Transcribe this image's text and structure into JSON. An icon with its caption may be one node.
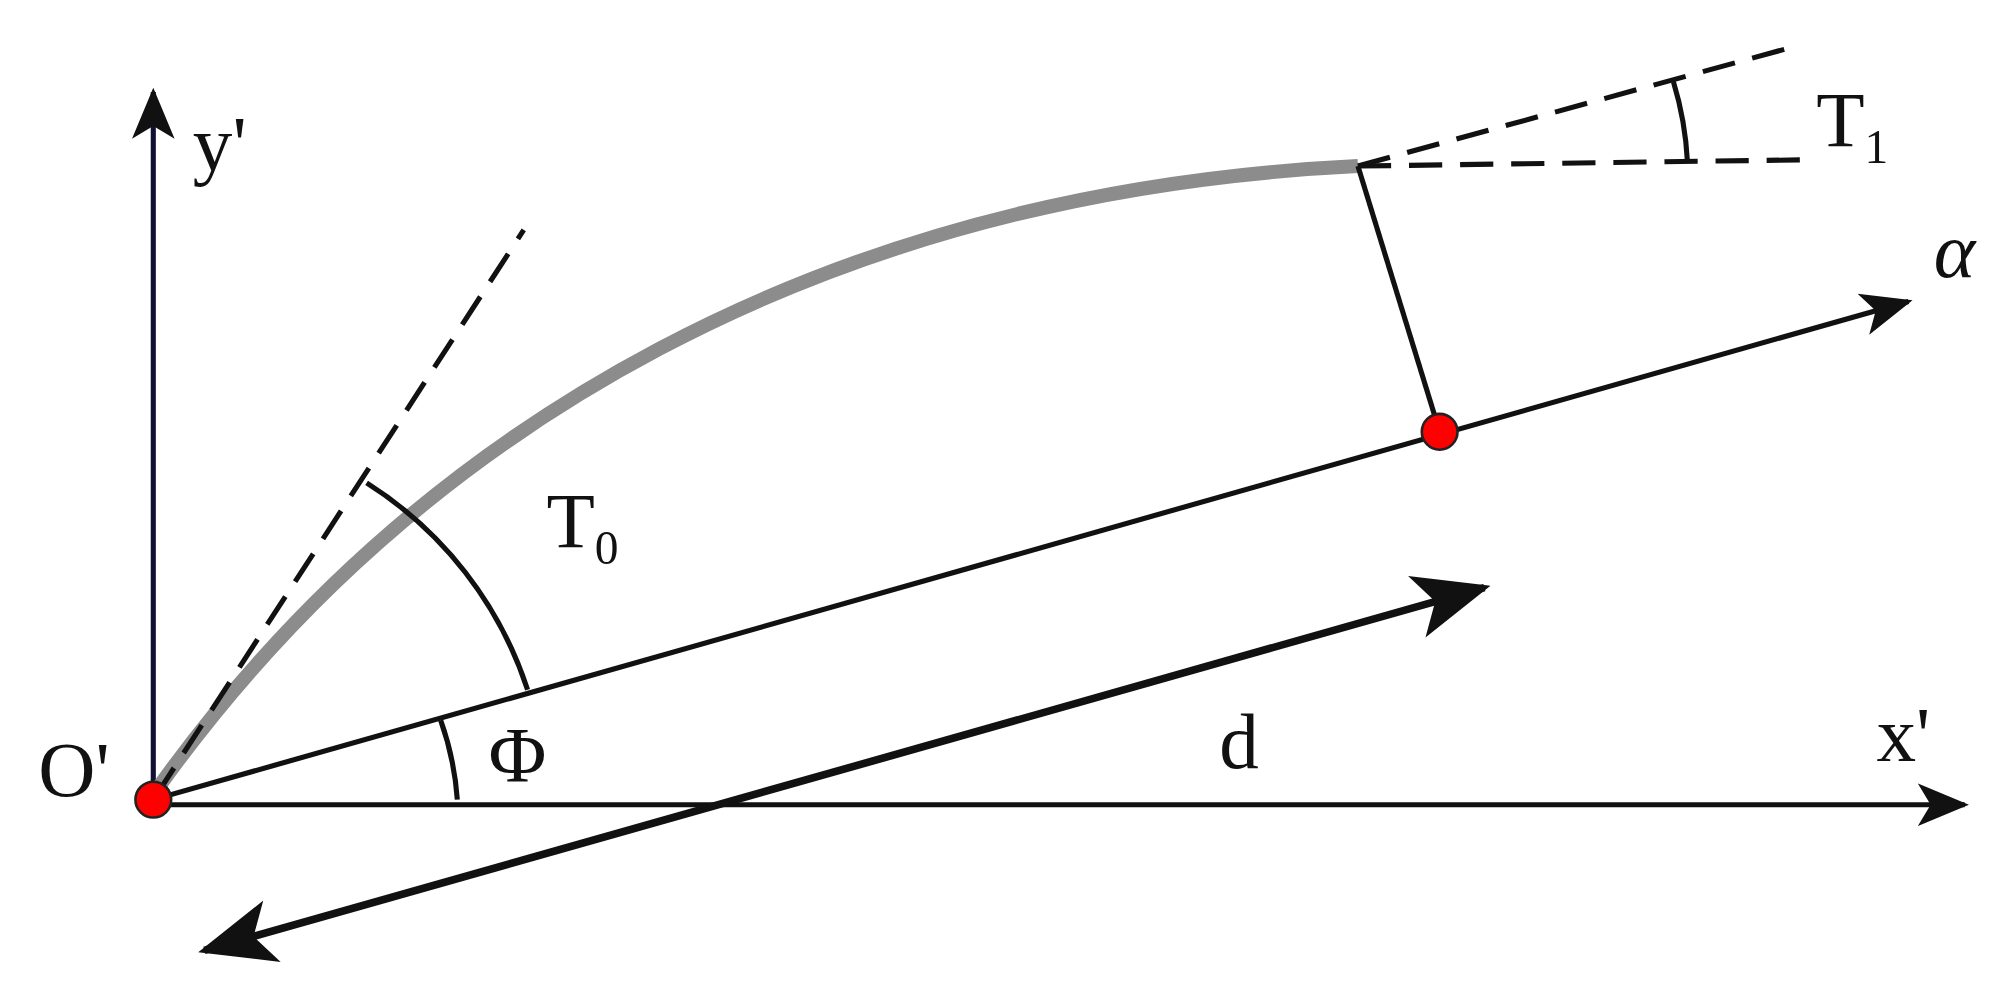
{
  "diagram": {
    "labels": [
      "y'",
      "T$_{1}$",
      "α",
      "T$_{0}$",
      "x'",
      "O'",
      "Φ",
      "d"
    ]
  }
}
